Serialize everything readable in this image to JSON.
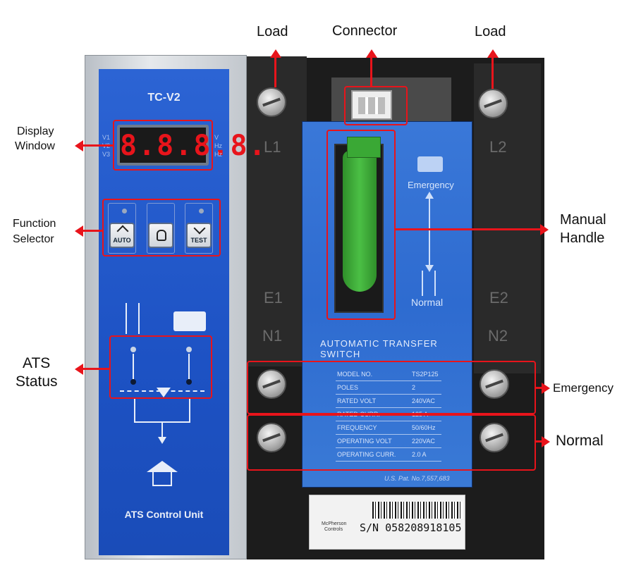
{
  "callouts": {
    "load_left": "Load",
    "connector": "Connector",
    "load_right": "Load",
    "display_window_1": "Display",
    "display_window_2": "Window",
    "function_selector_1": "Function",
    "function_selector_2": "Selector",
    "ats_status_1": "ATS",
    "ats_status_2": "Status",
    "manual_handle_1": "Manual",
    "manual_handle_2": "Handle",
    "emergency": "Emergency",
    "normal": "Normal"
  },
  "control_unit": {
    "model": "TC-V2",
    "display_digits": "8.8.8.8.",
    "left_labels": [
      "V1",
      "V2",
      "V3"
    ],
    "right_labels": [
      "V",
      "Hz",
      "Hz"
    ],
    "buttons": [
      "AUTO",
      "",
      "TEST"
    ],
    "footer": "ATS Control Unit"
  },
  "switch": {
    "emergency_label": "Emergency",
    "normal_label": "Normal",
    "title": "AUTOMATIC TRANSFER SWITCH",
    "terminal_l1": "L1",
    "terminal_l2": "L2",
    "terminal_e1": "E1",
    "terminal_n1": "N1",
    "terminal_e2": "E2",
    "terminal_n2": "N2",
    "nameplate": [
      {
        "key": "MODEL NO.",
        "value": "TS2P125"
      },
      {
        "key": "POLES",
        "value": "2"
      },
      {
        "key": "RATED VOLT",
        "value": "240VAC"
      },
      {
        "key": "RATED CURR.",
        "value": "125 A"
      },
      {
        "key": "FREQUENCY",
        "value": "50/60Hz"
      },
      {
        "key": "OPERATING VOLT",
        "value": "220VAC"
      },
      {
        "key": "OPERATING CURR.",
        "value": "2.0 A"
      }
    ],
    "patent": "U.S. Pat. No.7,557,683",
    "brand_1": "McPherson",
    "brand_2": "Controls",
    "serial": "S/N 058208918105"
  },
  "colors": {
    "callout_red": "#e8141b",
    "panel_blue": "#1d52c4",
    "handle_green": "#3aa835"
  }
}
